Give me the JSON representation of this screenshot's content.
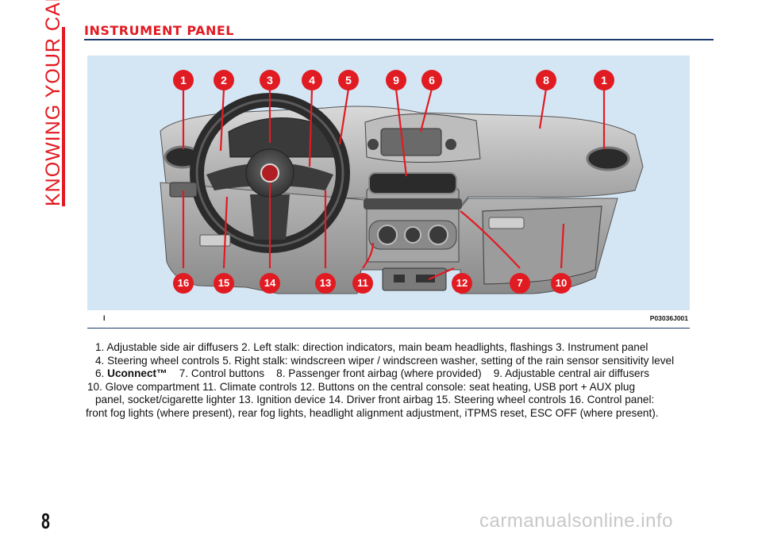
{
  "side_tab": {
    "text": "KNOWING YOUR CAR",
    "color": "#e11b22"
  },
  "header": {
    "title": "INSTRUMENT PANEL",
    "title_color": "#e11b22",
    "rule_color": "#1a3a6b"
  },
  "figure": {
    "left_code": "I",
    "image_code": "P03036J001",
    "background": "#d4e6f4",
    "marker_color": "#e11b22",
    "callouts_top": [
      "1",
      "2",
      "3",
      "4",
      "5",
      "9",
      "6",
      "8",
      "1"
    ],
    "callouts_bottom": [
      "16",
      "15",
      "14",
      "13",
      "11",
      "12",
      "7",
      "10"
    ]
  },
  "caption": {
    "line1": "1. Adjustable side air diffusers    2. Left stalk: direction indicators, main beam headlights, flashings    3. Instrument panel",
    "line2": "4. Steering wheel controls    5. Right stalk: windscreen wiper / windscreen washer, setting of the rain sensor sensitivity level",
    "line3_prefix": "6. ",
    "line3_bold": "Uconnect™",
    "line3_rest": "    7. Control buttons    8. Passenger front airbag (where provided)    9. Adjustable central air diffusers",
    "line4": "10. Glove compartment    11. Climate controls    12. Buttons on the central console: seat heating, USB port + AUX plug",
    "line5": "panel, socket/cigarette lighter    13. Ignition device    14. Driver front airbag    15. Steering wheel controls    16. Control panel:",
    "line6": "front fog lights (where present), rear fog lights, headlight alignment adjustment, iTPMS reset, ESC OFF (where present)."
  },
  "page_number": "8",
  "watermark": "carmanualsonline.info"
}
